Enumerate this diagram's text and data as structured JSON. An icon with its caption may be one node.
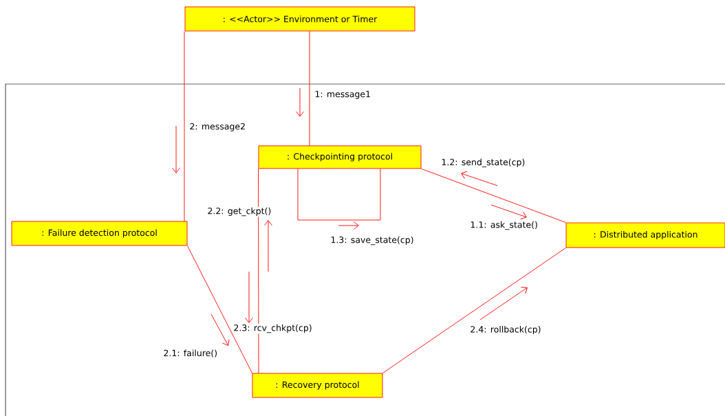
{
  "diagram": {
    "nodes": [
      {
        "text": [
          ": <<Actor>> Environment or Timer"
        ]
      },
      {
        "text": [
          ": Checkpointing protocol"
        ]
      },
      {
        "text": [
          ": Failure detection protocol"
        ]
      },
      {
        "text": [
          ": Distributed application"
        ]
      },
      {
        "text": [
          ": Recovery protocol"
        ]
      }
    ],
    "edges": [
      {
        "from": 0,
        "to": 1,
        "arrow": "none"
      },
      {
        "from": 0,
        "to": 2,
        "arrow": "none"
      },
      {
        "from": 1,
        "to": 3,
        "arrow": "none"
      },
      {
        "from": 1,
        "to": 1,
        "arrow": "none"
      },
      {
        "from": 2,
        "to": 4,
        "arrow": "none"
      },
      {
        "from": 1,
        "to": 4,
        "arrow": "none"
      },
      {
        "from": 4,
        "to": 3,
        "arrow": "none"
      }
    ],
    "labels": [
      "1: message1",
      "2: message2",
      "1.2: send_state(cp)",
      "2.2: get_ckpt()",
      "1.1: ask_state()",
      "1.3: save_state(cp)",
      "2.3: rcv_chkpt(cp)",
      "2.4: rollback(cp)",
      "2.1: failure()"
    ]
  }
}
